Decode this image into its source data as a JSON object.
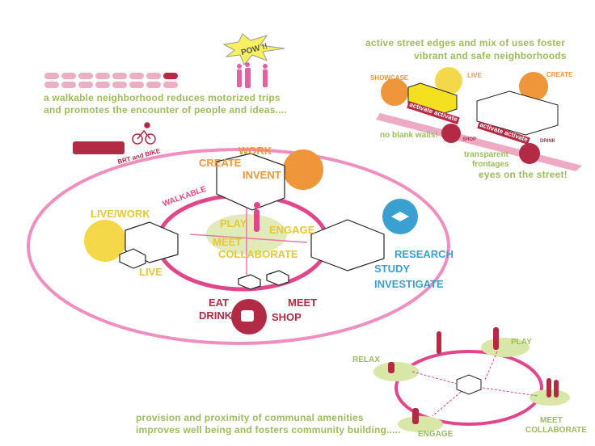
{
  "top_left": {
    "line1": "a walkable neighborhood reduces motorized trips",
    "line2": "and promotes the encounter of people and ideas....",
    "pow": "POW !!",
    "transit": "BRT and BIKE"
  },
  "top_right": {
    "line1": "active street edges and mix of uses foster",
    "line2": "vibrant and safe neighborhoods",
    "showcase": "SHOWCASE",
    "live": "LIVE",
    "create": "CREATE",
    "activate1": "activate activate",
    "activate2": "activate activate",
    "no_blank": "no blank walls!",
    "shop": "SHOP",
    "drink": "DRINK",
    "transparent1": "transparent",
    "transparent2": "frontages",
    "eyes": "eyes on the street!"
  },
  "main": {
    "walkable": "WALKABLE",
    "create": "CREATE",
    "work": "WORK",
    "invent": "INVENT",
    "live_work": "LIVE/WORK",
    "live": "LIVE",
    "play": "PLAY",
    "engage": "ENGAGE",
    "meet": "MEET",
    "collaborate": "COLLABORATE",
    "research": "RESEARCH",
    "study": "STUDY",
    "investigate": "INVESTIGATE",
    "eat": "EAT",
    "drink": "DRINK",
    "meet2": "MEET",
    "shop": "SHOP"
  },
  "bottom_right": {
    "relax": "RELAX",
    "play": "PLAY",
    "engage": "ENGAGE",
    "meet": "MEET",
    "collaborate": "COLLABORATE"
  },
  "bottom_caption": {
    "line1": "provision and proximity of communal amenities",
    "line2": "improves well being and fosters community building....."
  },
  "colors": {
    "green": "#9dbd5c",
    "pink": "#e0468a",
    "darkred": "#b22a44",
    "orange": "#f0963a",
    "yellow": "#f5d84a",
    "blue": "#3aa0d0"
  }
}
